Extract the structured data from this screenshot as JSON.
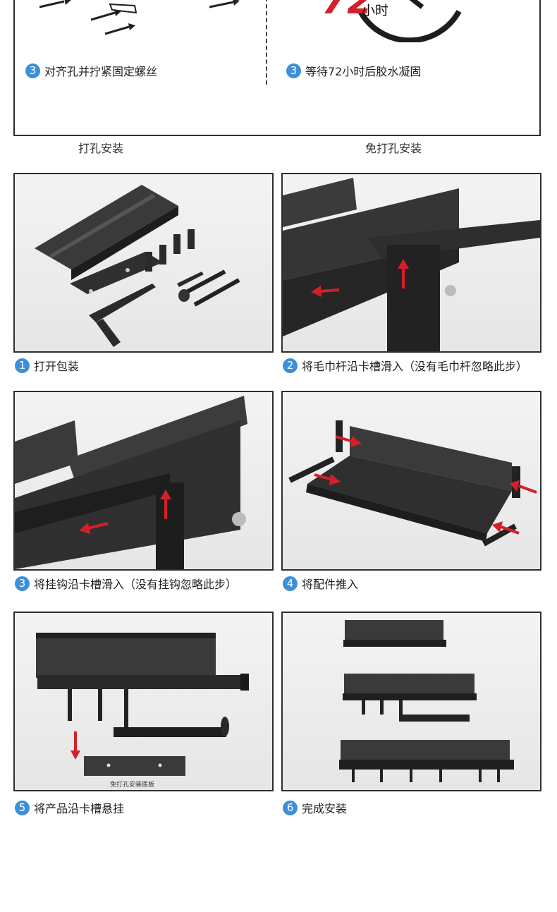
{
  "top": {
    "left_step": {
      "num": "3",
      "text": "对齐孔并拧紧固定螺丝"
    },
    "right_step": {
      "num": "3",
      "text": "等待72小时后胶水凝固"
    },
    "timer_number": "72",
    "timer_unit": "小时",
    "label_left": "打孔安装",
    "label_right": "免打孔安装"
  },
  "steps": [
    {
      "num": "1",
      "text": "打开包装"
    },
    {
      "num": "2",
      "text": "将毛巾杆沿卡槽滑入（没有毛巾杆忽略此步）"
    },
    {
      "num": "3",
      "text": "将挂钩沿卡槽滑入（没有挂钩忽略此步）"
    },
    {
      "num": "4",
      "text": "将配件推入"
    },
    {
      "num": "5",
      "text": "将产品沿卡槽悬挂"
    },
    {
      "num": "6",
      "text": "完成安装"
    }
  ],
  "plate_label": "免打孔安装底板",
  "colors": {
    "accent_blue": "#3d8fd8",
    "arrow_red": "#d3202a",
    "product_black": "#2b2b2b"
  }
}
